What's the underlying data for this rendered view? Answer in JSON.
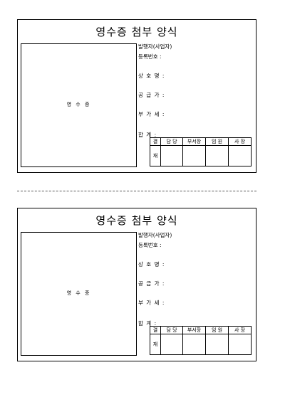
{
  "forms": [
    {
      "title": "영수증 첨부 양식",
      "stamp_label": "영 수 증",
      "issuer_heading": "발행자(사업자)",
      "fields": [
        "등록번호 :",
        "상 호 명 :",
        "공 급 가 :",
        "부 가 세 :",
        "합    계 :"
      ],
      "approval": {
        "side_top": "결",
        "side_bottom": "재",
        "headers": [
          "담 당",
          "부서장",
          "임 원",
          "사 장"
        ]
      }
    },
    {
      "title": "영수증 첨부 양식",
      "stamp_label": "영 수 증",
      "issuer_heading": "발행자(사업자)",
      "fields": [
        "등록번호 :",
        "상 호 명 :",
        "공 급 가 :",
        "부 가 세 :",
        "합    계 :"
      ],
      "approval": {
        "side_top": "결",
        "side_bottom": "재",
        "headers": [
          "담 당",
          "부서장",
          "임 원",
          "사 장"
        ]
      }
    }
  ]
}
